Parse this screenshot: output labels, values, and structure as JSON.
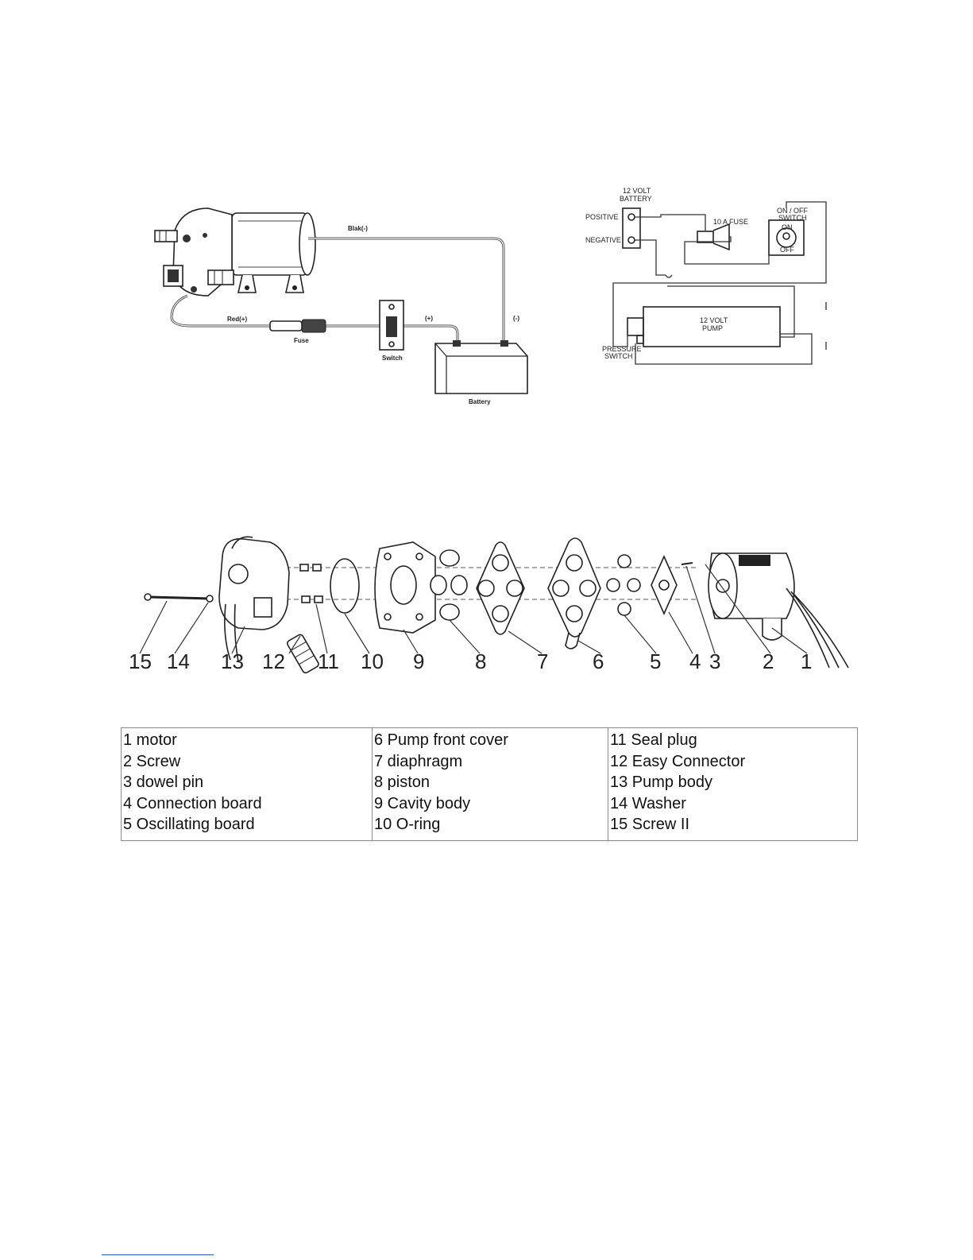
{
  "wiring_diagram": {
    "labels": {
      "black": "Blak(-)",
      "red": "Red(+)",
      "fuse": "Fuse",
      "switch": "Switch",
      "battery": "Battery",
      "plus": "(+)",
      "minus": "(-)"
    }
  },
  "schematic": {
    "battery_line1": "12 VOLT",
    "battery_line2": "BATTERY",
    "positive": "POSITIVE",
    "negative": "NEGATIVE",
    "fuse": "10 A FUSE",
    "switch_line1": "ON / OFF",
    "switch_line2": "SWITCH",
    "on": "ON",
    "off": "OFF",
    "pump_line1": "12 VOLT",
    "pump_line2": "PUMP",
    "pressure_line1": "PRESSURE",
    "pressure_line2": "SWITCH"
  },
  "exploded_view": {
    "part_numbers": [
      "15",
      "14",
      "13",
      "12",
      "11",
      "10",
      "9",
      "8",
      "7",
      "6",
      "5",
      "4",
      "3",
      "2",
      "1"
    ]
  },
  "parts_table": {
    "columns": [
      [
        "1 motor",
        "2 Screw",
        "3 dowel pin",
        "4 Connection board",
        "5 Oscillating board"
      ],
      [
        "6 Pump front cover",
        "7 diaphragm",
        "8 piston",
        "9 Cavity body",
        "10 O-ring"
      ],
      [
        "11 Seal plug",
        "12 Easy Connector",
        "13 Pump body",
        "14 Washer",
        "15 Screw II"
      ]
    ]
  }
}
